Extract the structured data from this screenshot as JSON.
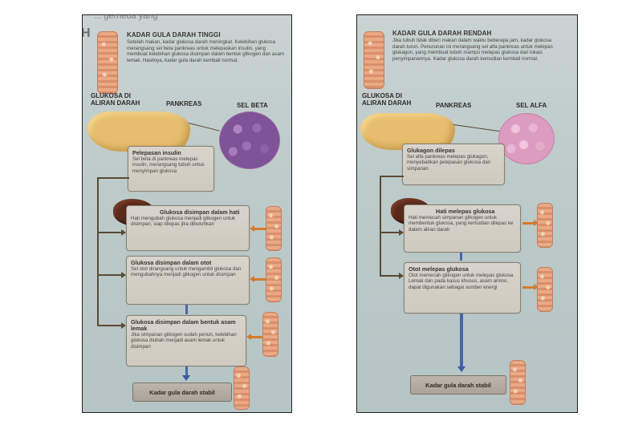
{
  "left": {
    "top_text": "... gerneda yang",
    "corner_letter": "H",
    "header_title": "KADAR GULA DARAH TINGGI",
    "header_body": "Setelah makan, kadar glukosa darah meningkat. Kelebihan glukosa merangsang sel beta pankreas untuk melepaskan insulin, yang membuat kelebihan glukosa disimpan dalam bentuk glikogen dan asam lemak. Hasilnya, kadar gula darah kembali normal.",
    "label_blood": "GLUKOSA DI ALIRAN DARAH",
    "label_pancreas": "PANKREAS",
    "label_cell": "SEL BETA",
    "boxes": [
      {
        "title": "Pelepasan insulin",
        "body": "Sel beta di pankreas melepas insulin, merangsang tubuh untuk menyimpan glukosa"
      },
      {
        "title": "Glukosa disimpan dalam hati",
        "body": "Hati mengubah glukosa menjadi glikogen untuk disimpan, siap dilepas jika dibutuhkan"
      },
      {
        "title": "Glukosa disimpan dalam otot",
        "body": "Sel otot dirangsang untuk mengambil glukosa dan mengubahnya menjadi glikogen untuk disimpan"
      },
      {
        "title": "Glukosa disimpan dalam bentuk asam lemak",
        "body": "Jika simpanan glikogen sudah penuh, kelebihan glukosa diubah menjadi asam lemak untuk disimpan"
      }
    ],
    "stable_label": "Kadar gula darah stabil"
  },
  "right": {
    "header_title": "KADAR GULA DARAH RENDAH",
    "header_body": "Jika tubuh tidak diberi makan dalam waktu beberapa jam, kadar glukosa darah turun. Penurunan ini merangsang sel alfa pankreas untuk melepas glukagon, yang membuat tubuh mampu melepas glukosa dari lokasi penyimpanannya. Kadar glukosa darah kemudian kembali normal.",
    "label_blood": "GLUKOSA DI ALIRAN DARAH",
    "label_pancreas": "PANKREAS",
    "label_cell": "SEL ALFA",
    "boxes": [
      {
        "title": "Glukagon dilepas",
        "body": "Sel alfa pankreas melepas glukagon, menyebabkan pelepasan glukosa dari simpanan"
      },
      {
        "title": "Hati melepas glukosa",
        "body": "Hati memecah simpanan glikogen untuk membentuk glukosa, yang kemudian dilepas ke dalam aliran darah"
      },
      {
        "title": "Otot melepas glukosa",
        "body": "Otot memecah glikogen untuk melepas glukosa. Lemak dan pada kasus khusus, asam amino, dapat digunakan sebagai sumber energi"
      }
    ],
    "stable_label": "Kadar gula darah stabil"
  },
  "colors": {
    "page_bg": "#bccac9",
    "box_bg": "#d3cfc5",
    "pancreas": "#e6be6e",
    "beta_cell": "#7e5397",
    "alfa_cell": "#dc9cc2",
    "liver": "#5a2a1c",
    "arrow_orange": "#d47b2c",
    "arrow_blue": "#4a66a8"
  }
}
